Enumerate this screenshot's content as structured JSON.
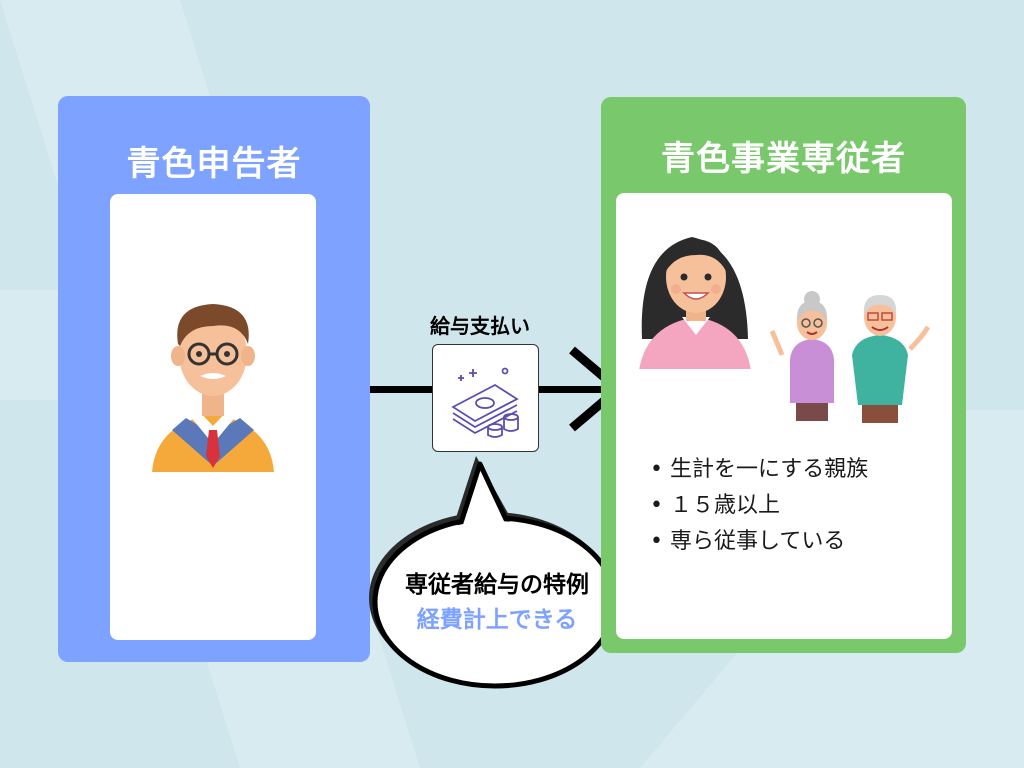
{
  "left_panel": {
    "title": "青色申告者"
  },
  "right_panel": {
    "title": "青色事業専従者",
    "conditions": [
      "生計を一にする親族",
      "１５歳以上",
      "専ら従事している"
    ]
  },
  "arrow": {
    "label": "給与支払い",
    "icon": "money-stack-icon"
  },
  "bubble": {
    "line1": "専従者給与の特例",
    "line2": "経費計上できる"
  },
  "colors": {
    "left_panel": "#7ea2ff",
    "right_panel": "#79c86b",
    "background": "#cfe6ec",
    "accent_text": "#7ea2ff"
  }
}
